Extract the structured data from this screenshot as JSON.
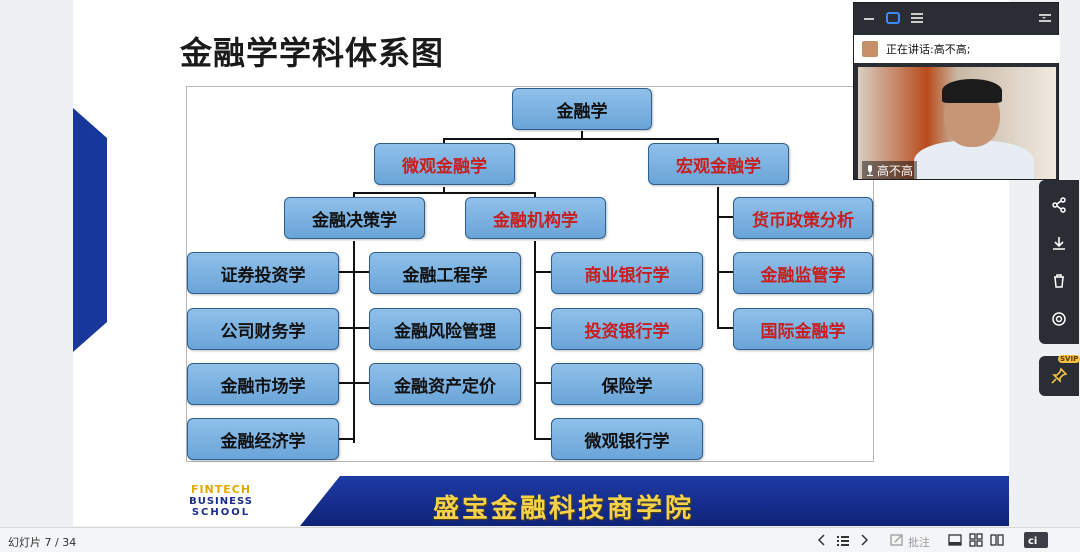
{
  "slide": {
    "title": "金融学学科体系图",
    "logo": {
      "line1": "FINTECH",
      "line2": "BUSINESS",
      "line3": "SCHOOL"
    },
    "banner_text": "盛宝金融科技商学院"
  },
  "diagram": {
    "root": "金融学",
    "micro": "微观金融学",
    "macro": "宏观金融学",
    "decision": "金融决策学",
    "institutions": "金融机构学",
    "decision_col1": [
      "证券投资学",
      "公司财务学",
      "金融市场学",
      "金融经济学"
    ],
    "decision_col2": [
      "金融工程学",
      "金融风险管理",
      "金融资产定价"
    ],
    "institutions_col": [
      "商业银行学",
      "投资银行学",
      "保险学",
      "微观银行学"
    ],
    "macro_col": [
      "货币政策分析",
      "金融监管学",
      "国际金融学"
    ],
    "colors": {
      "node_fill": "#7fb3e2",
      "node_border": "#2f5f8f",
      "red_text": "#c81e1e"
    }
  },
  "meeting": {
    "speaking": "正在讲话:高不高;",
    "participant_name": "高不高"
  },
  "side_tools": [
    "share-icon",
    "download-icon",
    "delete-icon",
    "target-icon"
  ],
  "pin_badge": "SVIP",
  "statusbar": {
    "slide_counter": "幻灯片 7 / 34",
    "notes_label": "批注"
  }
}
